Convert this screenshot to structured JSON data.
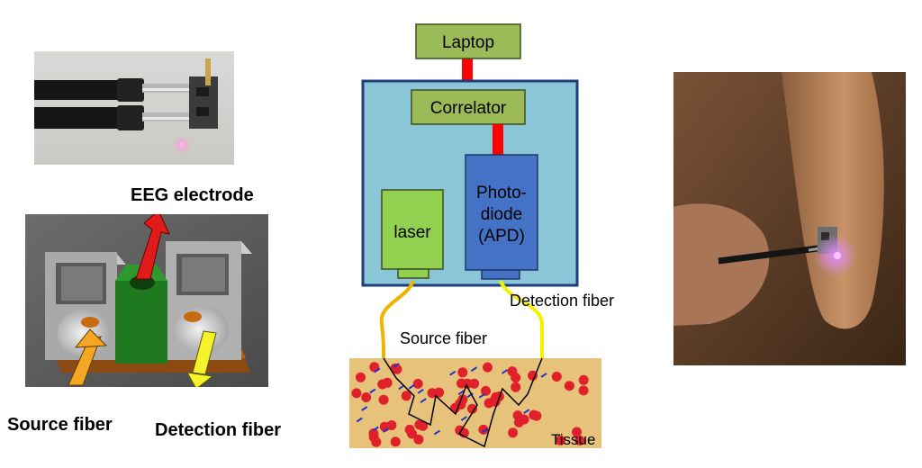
{
  "left_panel": {
    "label_eeg": "EEG electrode",
    "label_source": "Source fiber",
    "label_detection": "Detection fiber"
  },
  "schematic": {
    "laptop": "Laptop",
    "correlator": "Correlator",
    "laser": "laser",
    "photodiode_line1": "Photo-",
    "photodiode_line2": "diode",
    "photodiode_line3": "(APD)",
    "source_fiber": "Source fiber",
    "detection_fiber": "Detection fiber",
    "tissue": "Tissue"
  },
  "colors": {
    "box_fill": "#8ac6d8",
    "box_border": "#1f3f7a",
    "green_box": "#9bbb59",
    "laser_green": "#92d050",
    "apd_blue": "#4472c4",
    "connector_red": "#ff0000",
    "source_fiber": "#f0b400",
    "detection_fiber": "#f2f200",
    "tissue_bg": "#e6c27a",
    "scatter_dot": "#e0202a"
  }
}
